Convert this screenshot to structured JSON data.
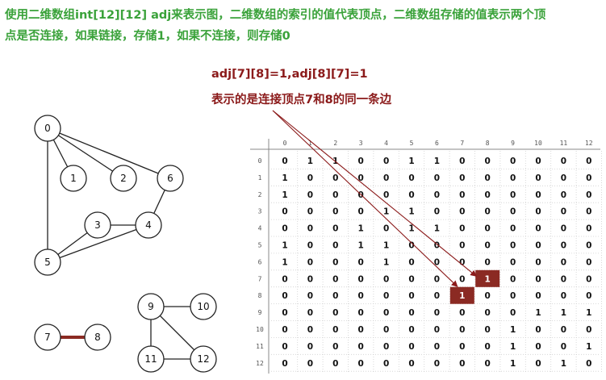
{
  "description": {
    "line1": "使用二维数组int[12][12] adj来表示图，二维数组的索引的值代表顶点，二维数组存储的值表示两个顶",
    "line2": "点是否连接，如果链接，存储1，如果不连接，则存储0"
  },
  "annotation": {
    "line1": "adj[7][8]=1,adj[8][7]=1",
    "line2": "表示的是连接顶点7和8的同一条边"
  },
  "colors": {
    "heading": "#3aa23a",
    "annotation": "#8b1a1a",
    "highlight_cell": "#8b2a23",
    "highlight_edge": "#8b2a23"
  },
  "graph": {
    "vertices": [
      "0",
      "1",
      "2",
      "3",
      "4",
      "5",
      "6",
      "7",
      "8",
      "9",
      "10",
      "11",
      "12"
    ],
    "edges": [
      [
        0,
        1
      ],
      [
        0,
        2
      ],
      [
        0,
        5
      ],
      [
        0,
        6
      ],
      [
        3,
        4
      ],
      [
        3,
        5
      ],
      [
        4,
        5
      ],
      [
        4,
        6
      ],
      [
        7,
        8
      ],
      [
        9,
        10
      ],
      [
        9,
        11
      ],
      [
        9,
        12
      ],
      [
        11,
        12
      ]
    ],
    "highlighted_edge": [
      7,
      8
    ]
  },
  "matrix": {
    "row_headers": [
      "0",
      "1",
      "2",
      "3",
      "4",
      "5",
      "6",
      "7",
      "8",
      "9",
      "10",
      "11",
      "12"
    ],
    "col_headers": [
      "0",
      "1",
      "2",
      "3",
      "4",
      "5",
      "6",
      "7",
      "8",
      "9",
      "10",
      "11",
      "12"
    ],
    "rows": [
      [
        0,
        1,
        1,
        0,
        0,
        1,
        1,
        0,
        0,
        0,
        0,
        0,
        0
      ],
      [
        1,
        0,
        0,
        0,
        0,
        0,
        0,
        0,
        0,
        0,
        0,
        0,
        0
      ],
      [
        1,
        0,
        0,
        0,
        0,
        0,
        0,
        0,
        0,
        0,
        0,
        0,
        0
      ],
      [
        0,
        0,
        0,
        0,
        1,
        1,
        0,
        0,
        0,
        0,
        0,
        0,
        0
      ],
      [
        0,
        0,
        0,
        1,
        0,
        1,
        1,
        0,
        0,
        0,
        0,
        0,
        0
      ],
      [
        1,
        0,
        0,
        1,
        1,
        0,
        0,
        0,
        0,
        0,
        0,
        0,
        0
      ],
      [
        1,
        0,
        0,
        0,
        1,
        0,
        0,
        0,
        0,
        0,
        0,
        0,
        0
      ],
      [
        0,
        0,
        0,
        0,
        0,
        0,
        0,
        0,
        1,
        0,
        0,
        0,
        0
      ],
      [
        0,
        0,
        0,
        0,
        0,
        0,
        0,
        1,
        0,
        0,
        0,
        0,
        0
      ],
      [
        0,
        0,
        0,
        0,
        0,
        0,
        0,
        0,
        0,
        0,
        1,
        1,
        1
      ],
      [
        0,
        0,
        0,
        0,
        0,
        0,
        0,
        0,
        0,
        1,
        0,
        0,
        0
      ],
      [
        0,
        0,
        0,
        0,
        0,
        0,
        0,
        0,
        0,
        1,
        0,
        0,
        1
      ],
      [
        0,
        0,
        0,
        0,
        0,
        0,
        0,
        0,
        0,
        1,
        0,
        1,
        0
      ]
    ],
    "highlighted_cells": [
      [
        7,
        8
      ],
      [
        8,
        7
      ]
    ]
  }
}
